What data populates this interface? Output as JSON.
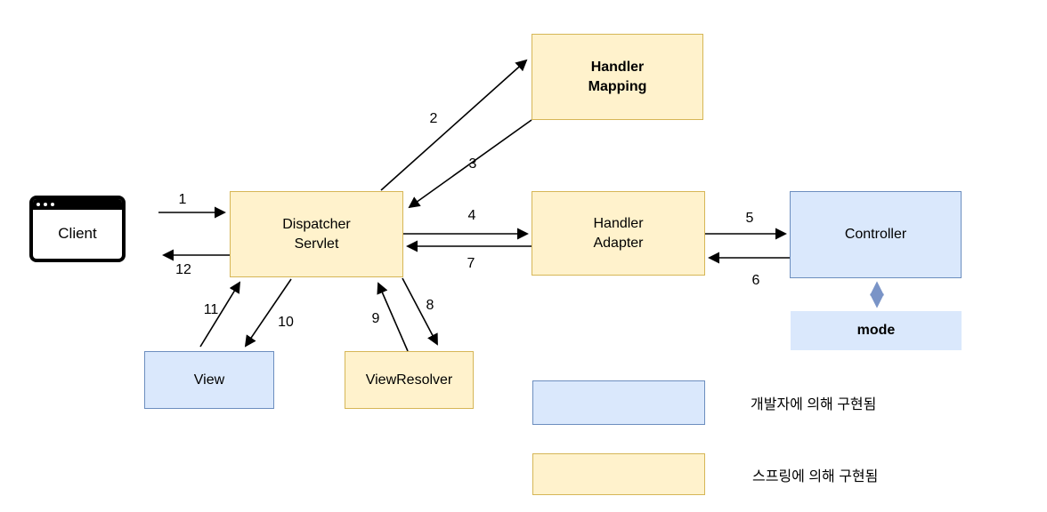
{
  "nodes": {
    "client": {
      "label": "Client"
    },
    "dispatcher_servlet": {
      "label": "Dispatcher Servlet"
    },
    "handler_mapping": {
      "label": "Handler Mapping"
    },
    "handler_adapter": {
      "label": "Handler Adapter"
    },
    "controller": {
      "label": "Controller"
    },
    "mode": {
      "label": "mode"
    },
    "view": {
      "label": "View"
    },
    "view_resolver": {
      "label": "ViewResolver"
    }
  },
  "arrows": [
    {
      "label": "1",
      "from": "client",
      "to": "dispatcher_servlet"
    },
    {
      "label": "2",
      "from": "dispatcher_servlet",
      "to": "handler_mapping"
    },
    {
      "label": "3",
      "from": "handler_mapping",
      "to": "dispatcher_servlet"
    },
    {
      "label": "4",
      "from": "dispatcher_servlet",
      "to": "handler_adapter"
    },
    {
      "label": "5",
      "from": "handler_adapter",
      "to": "controller"
    },
    {
      "label": "6",
      "from": "controller",
      "to": "handler_adapter"
    },
    {
      "label": "7",
      "from": "handler_adapter",
      "to": "dispatcher_servlet"
    },
    {
      "label": "8",
      "from": "dispatcher_servlet",
      "to": "view_resolver"
    },
    {
      "label": "9",
      "from": "view_resolver",
      "to": "dispatcher_servlet"
    },
    {
      "label": "10",
      "from": "dispatcher_servlet",
      "to": "view"
    },
    {
      "label": "11",
      "from": "view",
      "to": "dispatcher_servlet"
    },
    {
      "label": "12",
      "from": "dispatcher_servlet",
      "to": "client"
    }
  ],
  "legend": [
    {
      "swatch": "blue",
      "label": "개발자에 의해 구현됨"
    },
    {
      "swatch": "yellow",
      "label": "스프링에 의해 구현됨"
    }
  ],
  "colors": {
    "spring_fill": "#FFF2CC",
    "spring_border": "#D6B656",
    "developer_fill": "#DAE8FC",
    "developer_border": "#6C8EBF",
    "arrow": "#000000",
    "model_arrow": "#7A94C7"
  }
}
